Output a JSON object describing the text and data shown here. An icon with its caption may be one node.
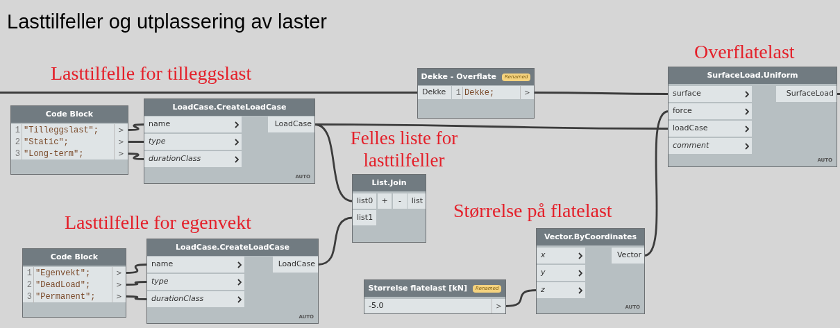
{
  "diagram": {
    "title": "Lasttilfeller og utplassering av laster",
    "nodes": [
      {
        "text": [
          "Code Block"
        ]
      },
      {
        "text": [
          "1",
          "\"Tilleggslast\";",
          ">"
        ],
        "in": 0
      },
      {
        "text": [
          "2",
          "\"Static\";",
          ">"
        ],
        "in": 0
      },
      {
        "text": [
          "3",
          "\"Long-term\";",
          ">"
        ],
        "in": 0
      },
      {
        "text": [
          "LoadCase.CreateLoadCase",
          "AUTO"
        ]
      },
      {
        "text": [
          "name"
        ],
        "in": 4
      },
      {
        "text": [
          "type"
        ],
        "in": 4
      },
      {
        "text": [
          "durationClass"
        ],
        "in": 4
      },
      {
        "text": [
          "LoadCase"
        ],
        "in": 4
      },
      {
        "text": [
          "Dekke - Overflate",
          "Renamed"
        ]
      },
      {
        "text": [
          "Dekke"
        ],
        "in": 9
      },
      {
        "text": [
          "1",
          "Dekke;",
          ">"
        ],
        "in": 9
      },
      {
        "text": [
          "SurfaceLoad.Uniform",
          "AUTO"
        ]
      },
      {
        "text": [
          "surface"
        ],
        "in": 12
      },
      {
        "text": [
          "force"
        ],
        "in": 12
      },
      {
        "text": [
          "loadCase"
        ],
        "in": 12
      },
      {
        "text": [
          "comment"
        ],
        "in": 12
      },
      {
        "text": [
          "SurfaceLoad"
        ],
        "in": 12
      },
      {
        "text": [
          "Code Block"
        ]
      },
      {
        "text": [
          "1",
          "\"Egenvekt\";",
          ">"
        ],
        "in": 18
      },
      {
        "text": [
          "2",
          "\"DeadLoad\";",
          ">"
        ],
        "in": 18
      },
      {
        "text": [
          "3",
          "\"Permanent\";",
          ">"
        ],
        "in": 18
      },
      {
        "text": [
          "LoadCase.CreateLoadCase",
          "AUTO"
        ]
      },
      {
        "text": [
          "name"
        ],
        "in": 22
      },
      {
        "text": [
          "type"
        ],
        "in": 22
      },
      {
        "text": [
          "durationClass"
        ],
        "in": 22
      },
      {
        "text": [
          "LoadCase"
        ],
        "in": 22
      },
      {
        "text": [
          "List.Join"
        ]
      },
      {
        "text": [
          "list0"
        ],
        "in": 27
      },
      {
        "text": [
          "list1"
        ],
        "in": 27
      },
      {
        "text": [
          "+"
        ],
        "in": 27
      },
      {
        "text": [
          "-"
        ],
        "in": 27
      },
      {
        "text": [
          "list"
        ],
        "in": 27
      },
      {
        "text": [
          "Vector.ByCoordinates",
          "AUTO"
        ]
      },
      {
        "text": [
          "x"
        ],
        "in": 33
      },
      {
        "text": [
          "y"
        ],
        "in": 33
      },
      {
        "text": [
          "z"
        ],
        "in": 33
      },
      {
        "text": [
          "Vector"
        ],
        "in": 33
      },
      {
        "text": [
          "Størrelse flatelast [kN]",
          "Renamed"
        ]
      },
      {
        "text": [
          "-5.0",
          ">"
        ],
        "in": 38
      }
    ],
    "edges": [
      {
        "from": null,
        "to": 10,
        "arrow": "none"
      },
      {
        "from": 1,
        "to": 5,
        "arrow": "none"
      },
      {
        "from": 2,
        "to": 6,
        "arrow": "none"
      },
      {
        "from": 3,
        "to": 7,
        "arrow": "none"
      },
      {
        "from": 11,
        "to": 13,
        "arrow": "none"
      },
      {
        "from": 8,
        "to": 15,
        "arrow": "none"
      },
      {
        "from": 8,
        "to": 28,
        "arrow": "none"
      },
      {
        "from": 19,
        "to": 23,
        "arrow": "none"
      },
      {
        "from": 20,
        "to": 24,
        "arrow": "none"
      },
      {
        "from": 21,
        "to": 25,
        "arrow": "none"
      },
      {
        "from": 26,
        "to": 29,
        "arrow": "none"
      },
      {
        "from": 39,
        "to": 36,
        "arrow": "none"
      },
      {
        "from": 37,
        "to": 14,
        "arrow": "none"
      },
      {
        "from": 17,
        "to": null,
        "arrow": "none"
      }
    ],
    "labels": [
      "Overflatelast",
      "Lasttilfelle for tilleggslast",
      "Felles liste for lasttilfeller",
      "Lasttilfelle for egenvekt",
      "Størrelse på flatelast"
    ]
  }
}
